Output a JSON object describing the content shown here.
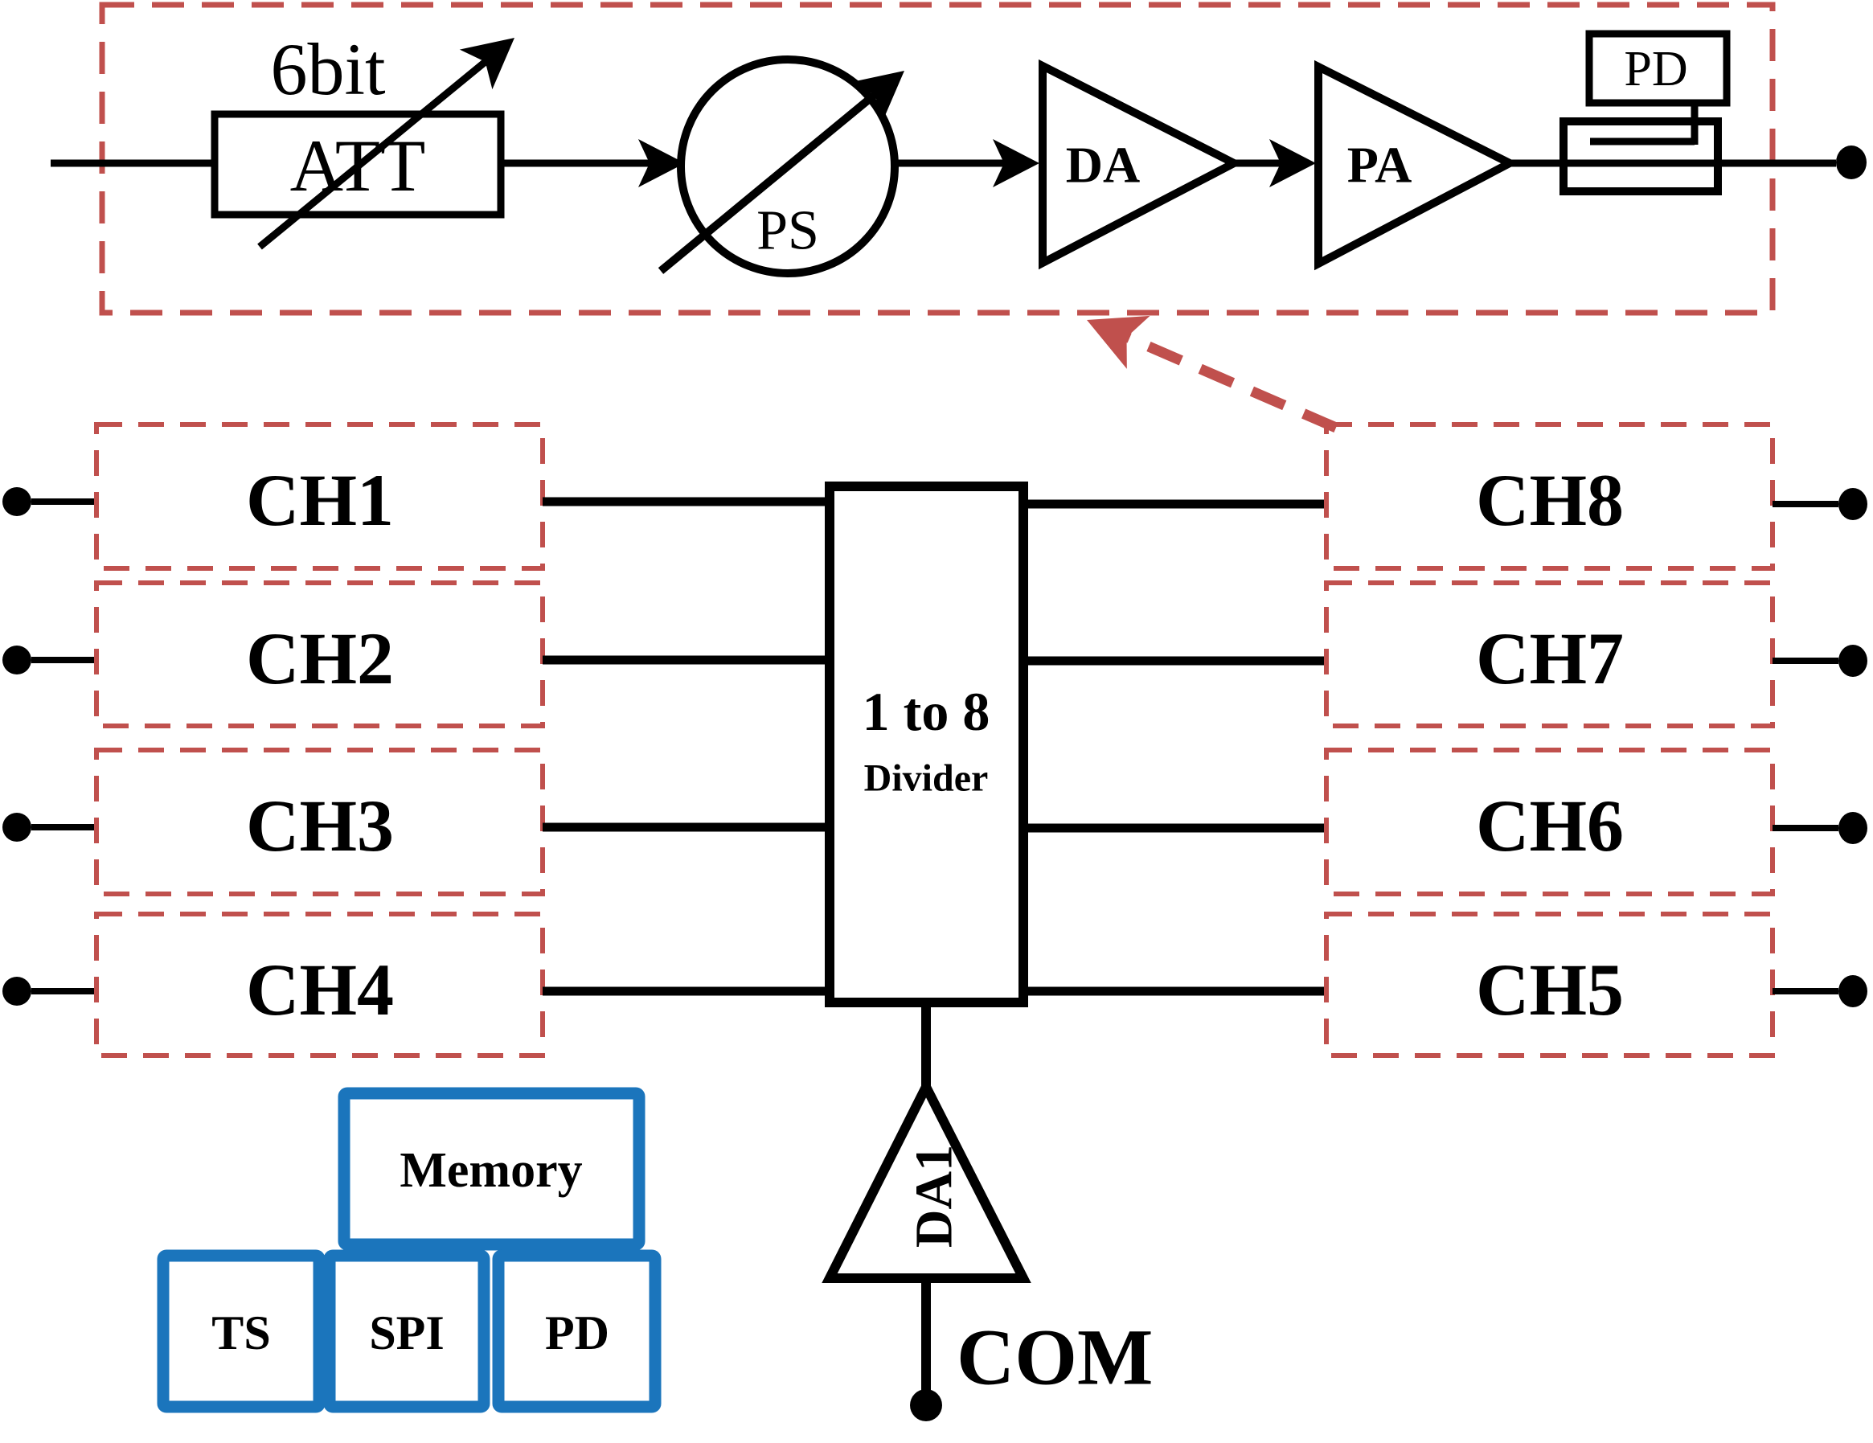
{
  "colors": {
    "line_black": "#000000",
    "dashed_red": "#c0504d",
    "control_blue": "#1b75bc",
    "background": "#ffffff"
  },
  "channel_detail": {
    "attenuator_bits": "6bit",
    "attenuator_label": "ATT",
    "phase_shifter_label": "PS",
    "driver_amp_label": "DA",
    "power_amp_label": "PA",
    "power_detector_label": "PD"
  },
  "divider": {
    "title": "1 to 8",
    "subtitle": "Divider"
  },
  "channels_left": [
    {
      "label": "CH1"
    },
    {
      "label": "CH2"
    },
    {
      "label": "CH3"
    },
    {
      "label": "CH4"
    }
  ],
  "channels_right": [
    {
      "label": "CH8"
    },
    {
      "label": "CH7"
    },
    {
      "label": "CH6"
    },
    {
      "label": "CH5"
    }
  ],
  "common_branch": {
    "amp_label": "DA1",
    "port_label": "COM"
  },
  "control_blocks": {
    "memory_label": "Memory",
    "ts_label": "TS",
    "spi_label": "SPI",
    "pd_label": "PD"
  }
}
